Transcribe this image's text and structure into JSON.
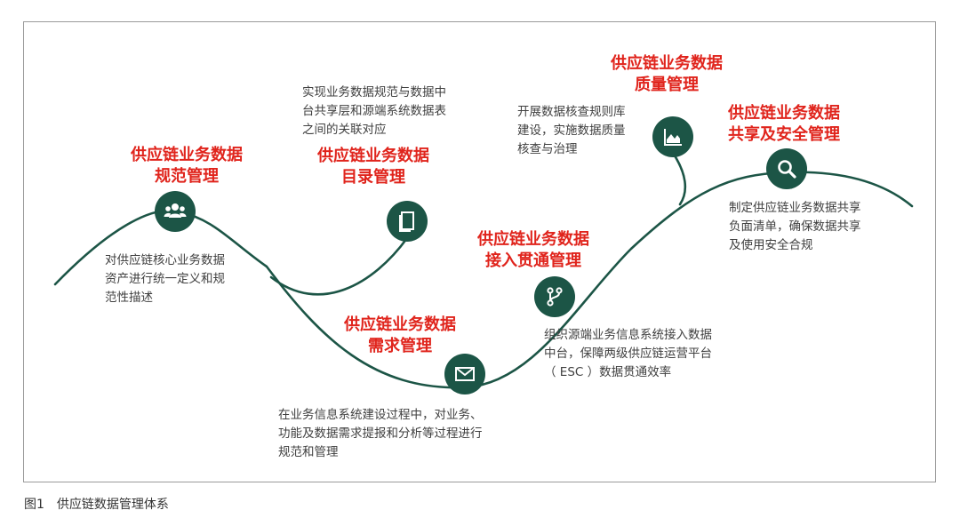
{
  "colors": {
    "curve": "#1c5546",
    "node": "#1c5546",
    "title": "#e0241c",
    "text": "#404040"
  },
  "steps": [
    {
      "title": [
        "供应链业务数据",
        "规范管理"
      ],
      "icon": "people-icon",
      "desc": [
        "对供应链核心业务数据",
        "资产进行统一定义和规",
        "范性描述"
      ]
    },
    {
      "title": [
        "供应链业务数据",
        "目录管理"
      ],
      "icon": "document-icon",
      "desc": [
        "实现业务数据规范与数据中",
        "台共享层和源端系统数据表",
        "之间的关联对应"
      ]
    },
    {
      "title": [
        "供应链业务数据",
        "需求管理"
      ],
      "icon": "envelope-icon",
      "desc": [
        "在业务信息系统建设过程中，对业务、",
        "功能及数据需求提报和分析等过程进行",
        "规范和管理"
      ]
    },
    {
      "title": [
        "供应链业务数据",
        "接入贯通管理"
      ],
      "icon": "branch-icon",
      "desc": [
        "组织源端业务信息系统接入数据",
        "中台，保障两级供应链运营平台",
        "（ ESC ）数据贯通效率"
      ]
    },
    {
      "title": [
        "供应链业务数据",
        "质量管理"
      ],
      "icon": "chart-icon",
      "desc": [
        "开展数据核查规则库",
        "建设，实施数据质量",
        "核查与治理"
      ]
    },
    {
      "title": [
        "供应链业务数据",
        "共享及安全管理"
      ],
      "icon": "search-icon",
      "desc": [
        "制定供应链业务数据共享",
        "负面清单，确保数据共享",
        "及使用安全合规"
      ]
    }
  ],
  "caption": "图1　供应链数据管理体系"
}
